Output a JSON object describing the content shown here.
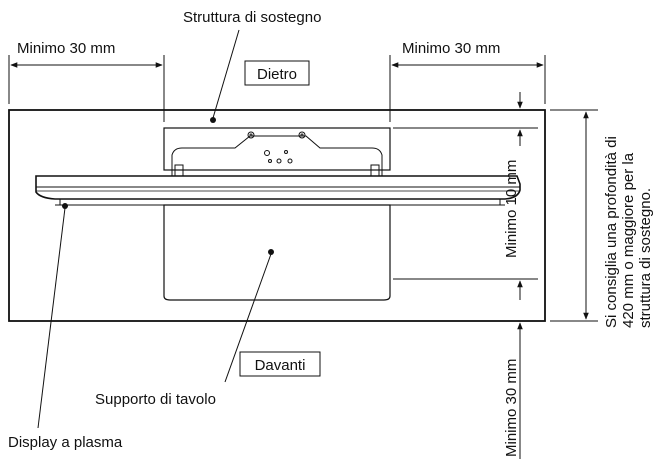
{
  "labels": {
    "support_structure": "Struttura di sostegno",
    "min_left": "Minimo 30 mm",
    "min_right": "Minimo 30 mm",
    "back": "Dietro",
    "front": "Davanti",
    "min_10": "Minimo 10 mm",
    "min_30_vertical": "Minimo 30 mm",
    "depth_note_line1": "Si consiglia una profondità di",
    "depth_note_line2": "420 mm o maggiore per la",
    "depth_note_line3": "struttura di sostegno.",
    "table_stand": "Supporto di tavolo",
    "plasma_display": "Display a plasma"
  }
}
